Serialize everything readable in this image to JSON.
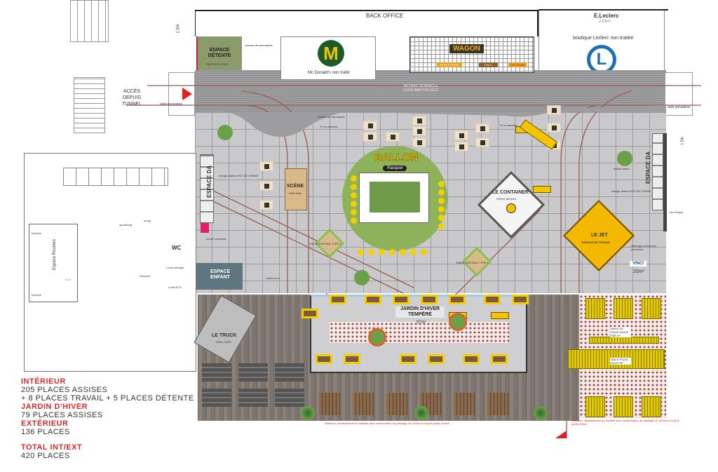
{
  "header": {
    "back_office": "BACK OFFICE",
    "leclerc_title": "E.Leclerc",
    "leclerc_area": "210m²",
    "leclerc_note": "boutique Leclerc non traitée",
    "leclerc_logo": "L",
    "mcdonalds_note": "Mc Donald's non traité",
    "mcdonalds_logo": "M"
  },
  "zones": {
    "acces": "ACCÈS DEPUIS TUNNEL",
    "rails": "rails encastrés",
    "one_da": "1 DA",
    "detente_title": "ESPACE DÉTENTE",
    "detente_sub": "FAUTEUIL COSY",
    "bornes": "bornes de commande",
    "retrait": "RETRAIT BORNES & CLICK AND COLLECT",
    "wagon": "WAGON",
    "wagon_world": "WORLD FOOD",
    "wagon_italy": "ITALY",
    "wagon_occitane": "OCCITANE",
    "tv": "TV en hauteur",
    "ballon": "BALLON",
    "ballon_sub": "Racquet",
    "scene_title": "SCÈNE",
    "scene_sub": "SUR RAIL",
    "espace_da": "ESPACE DA",
    "mange_debout": "mange debout FÛT DE CHÊNE",
    "borne_tournante": "borne tournante",
    "container_title": "LE CONTAINER",
    "container_sub": "CROQ' MICHEL",
    "jet_title": "LE JET",
    "jet_sub": "ESPACE DE TRAVAIL",
    "vinci": "VINCI",
    "jet_area": "20m²",
    "affichage": "affichage vertical sur panneaux",
    "mur_brique": "mur brique",
    "assise_haute": "assise haute",
    "table_surrail": "TABLE SUR RAIL TYPE 1",
    "enfant": "ESPACE ENFANT",
    "point_tri": "point de tri",
    "wc": "WC",
    "espace_routiers": "Espace Routiers",
    "routiers_area": "21m²",
    "douche": "Douche",
    "nurserie": "Nurserie",
    "local_menage": "Local ménage",
    "local_ecs": "Local ECS",
    "banquette": "Banquette",
    "miroir": "Miroir",
    "truck_title": "LE TRUCK",
    "truck_sub": "PAUL CAFÉ",
    "jardin_title": "JARDIN D'HIVER TEMPÉRÉ",
    "jardin_area": "97m²",
    "pique_nique_1": "TABLE DE PIQUE-NIQUE PMR 2P",
    "pique_nique_2": "TABLE PIQUE-NIQUE 8P",
    "warning": "Attention, dépassement du mobilier pour conservation du passage de 140cm le long du jardin d'hiver"
  },
  "legend": {
    "interieur_h": "INTÉRIEUR",
    "interieur_1": "205 PLACES ASSISES",
    "interieur_2": "+ 8 PLACES TRAVAIL + 5 PLACES DÉTENTE",
    "jardin_h": "JARDIN D'HIVER",
    "jardin_1": "79 PLACES ASSISES",
    "exterieur_h": "EXTÉRIEUR",
    "exterieur_1": "136 PLACES",
    "total_h": "TOTAL INT/EXT",
    "total_1": "420 PLACES"
  },
  "colors": {
    "accent_red": "#d32b2b",
    "yellow": "#f5c400",
    "green": "#8db25a",
    "mcd_green": "#1f5a2a",
    "leclerc_blue": "#1d6fb8"
  }
}
